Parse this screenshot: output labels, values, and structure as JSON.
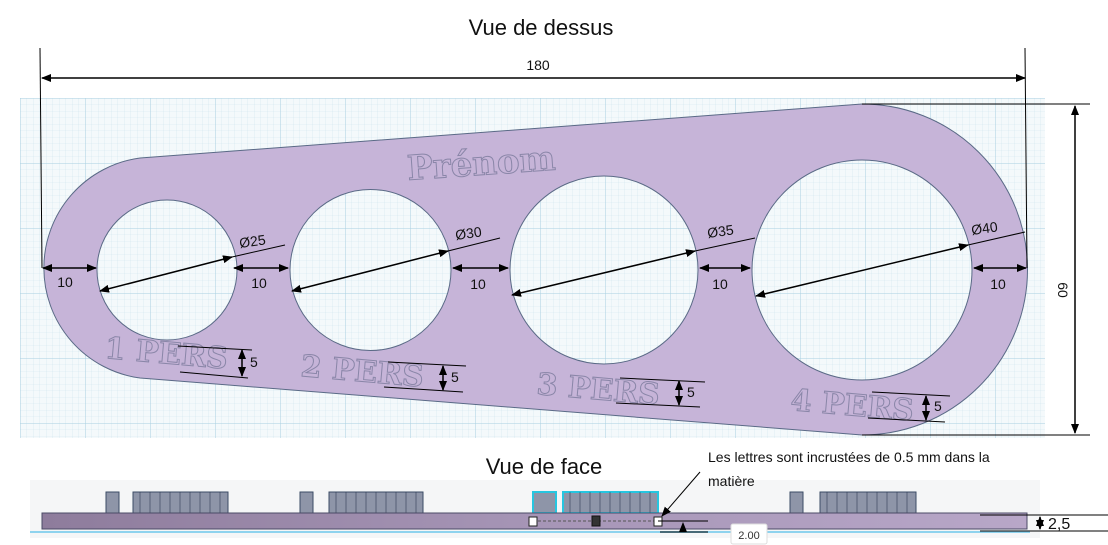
{
  "top_view": {
    "title": "Vue de dessus",
    "overall_length": "180",
    "overall_height": "60",
    "engraved_name": "Prénom",
    "holes": [
      {
        "diameter": "Ø25",
        "label": "1 PERS",
        "text_height": "5"
      },
      {
        "diameter": "Ø30",
        "label": "2 PERS",
        "text_height": "5"
      },
      {
        "diameter": "Ø35",
        "label": "3 PERS",
        "text_height": "5"
      },
      {
        "diameter": "Ø40",
        "label": "4 PERS",
        "text_height": "5"
      }
    ],
    "spacings": [
      "10",
      "10",
      "10",
      "10",
      "10"
    ]
  },
  "front_view": {
    "title": "Vue de face",
    "thickness": "2,5",
    "measure_readout": "2.00",
    "note_line1": "Les lettres sont incrustées de 0.5 mm dans la",
    "note_line2": "matière"
  },
  "colors": {
    "plate": "#c6b4d8",
    "grid": "#e6f1f6",
    "outline": "#5a6a86"
  }
}
